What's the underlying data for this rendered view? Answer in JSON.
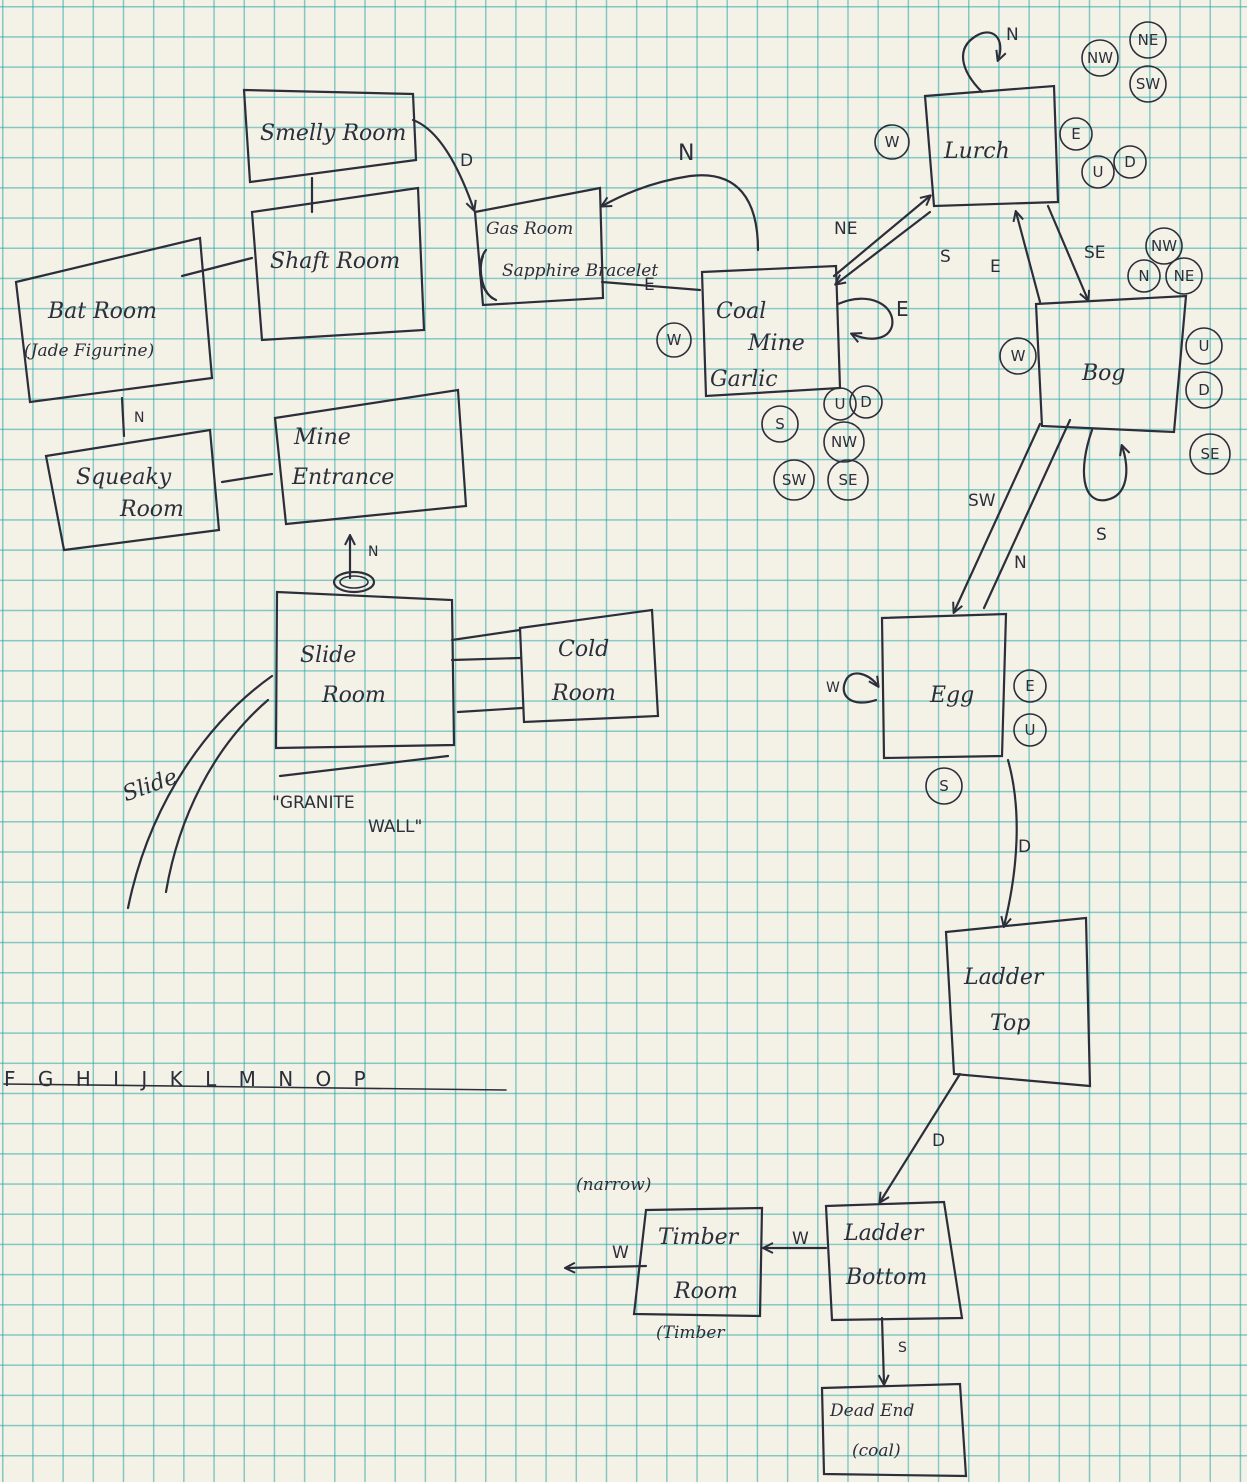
{
  "rooms": {
    "smelly": "Smelly Room",
    "shaft": "Shaft Room",
    "bat_1": "Bat Room",
    "bat_2": "(Jade Figurine)",
    "gas_1": "Gas Room",
    "gas_2": "Sapphire Bracelet",
    "coal_1": "Coal",
    "coal_2": "Mine",
    "coal_3": "Garlic",
    "lurch": "Lurch",
    "bog": "Bog",
    "squeaky_1": "Squeaky",
    "squeaky_2": "Room",
    "mine_1": "Mine",
    "mine_2": "Entrance",
    "slide_1": "Slide",
    "slide_2": "Room",
    "cold_1": "Cold",
    "cold_2": "Room",
    "egg": "Egg",
    "ladder_top_1": "Ladder",
    "ladder_top_2": "Top",
    "ladder_bottom_1": "Ladder",
    "ladder_bottom_2": "Bottom",
    "timber_1": "Timber",
    "timber_2": "Room",
    "timber_3": "(Timber",
    "dead_1": "Dead End",
    "dead_2": "(coal)"
  },
  "labels": {
    "slide": "Slide",
    "granite_1": "\"GRANITE",
    "granite_2": "WALL\"",
    "narrow": "(narrow)",
    "letters": "F G H I J K L M N O P"
  },
  "exits": {
    "d_smelly": "D",
    "n_gas_loop": "N",
    "e_gas": "E",
    "ne_coal": "NE",
    "s_lurch": "S",
    "e_coal_loop": "E",
    "e_lurch_bog": "E",
    "se_lurch": "SE",
    "n_lurch_loop": "N",
    "n_bat": "N",
    "n_mine": "N",
    "sw_bog": "SW",
    "n_egg": "N",
    "s_bog_loop": "S",
    "w_egg_loop": "W",
    "d_egg": "D",
    "d_ladder": "D",
    "w_ladder": "W",
    "w_timber": "W",
    "s_ladder": "S"
  },
  "circled": {
    "lurch_nw": "NW",
    "lurch_ne": "NE",
    "lurch_sw": "SW",
    "lurch_w": "W",
    "lurch_e": "E",
    "lurch_u": "U",
    "lurch_d": "D",
    "coal_w": "W",
    "coal_s": "S",
    "coal_u": "U",
    "coal_d": "D",
    "coal_nw": "NW",
    "coal_sw": "SW",
    "coal_se": "SE",
    "bog_nw": "NW",
    "bog_n": "N",
    "bog_ne": "NE",
    "bog_w": "W",
    "bog_u": "U",
    "bog_d": "D",
    "bog_se": "SE",
    "egg_e": "E",
    "egg_u": "U",
    "egg_s": "S"
  }
}
